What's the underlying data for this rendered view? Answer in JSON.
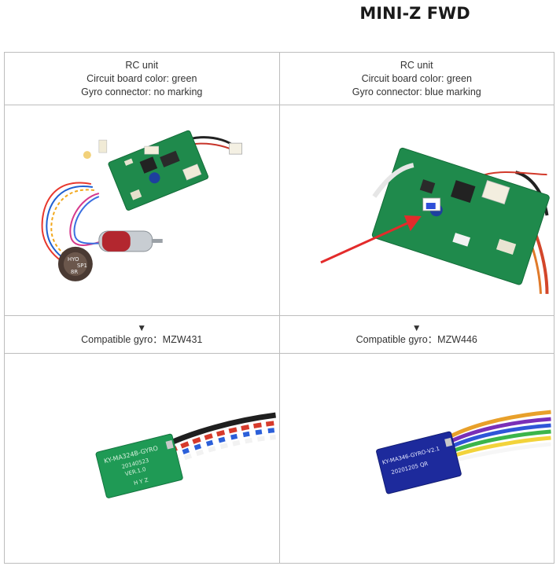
{
  "page": {
    "title": "MINI-Z FWD"
  },
  "columns": [
    {
      "heading": "RC unit",
      "board_color": "Circuit board color: green",
      "connector": "Gyro connector: no marking",
      "down_arrow": "▼",
      "gyro": "Compatible gyro：MZW431",
      "gyro_board_text": [
        "KY-MA324B-GYRO",
        "20140523",
        "VER.1.0",
        "H Y Z"
      ],
      "motor_label": [
        "HYO",
        "SP1",
        "8R"
      ]
    },
    {
      "heading": "RC unit",
      "board_color": "Circuit board color: green",
      "connector": "Gyro connector: blue marking",
      "down_arrow": "▼",
      "gyro": "Compatible gyro：MZW446",
      "gyro_board_text": [
        "KY-MA346-GYRO-V2.1",
        "20201205 QR"
      ],
      "pointer_color": "#e32b2b"
    }
  ],
  "colors": {
    "pcb_green": "#1f8a4c",
    "pcb_blue": "#1d2a9c",
    "marking_blue": "#2f4fd8"
  }
}
